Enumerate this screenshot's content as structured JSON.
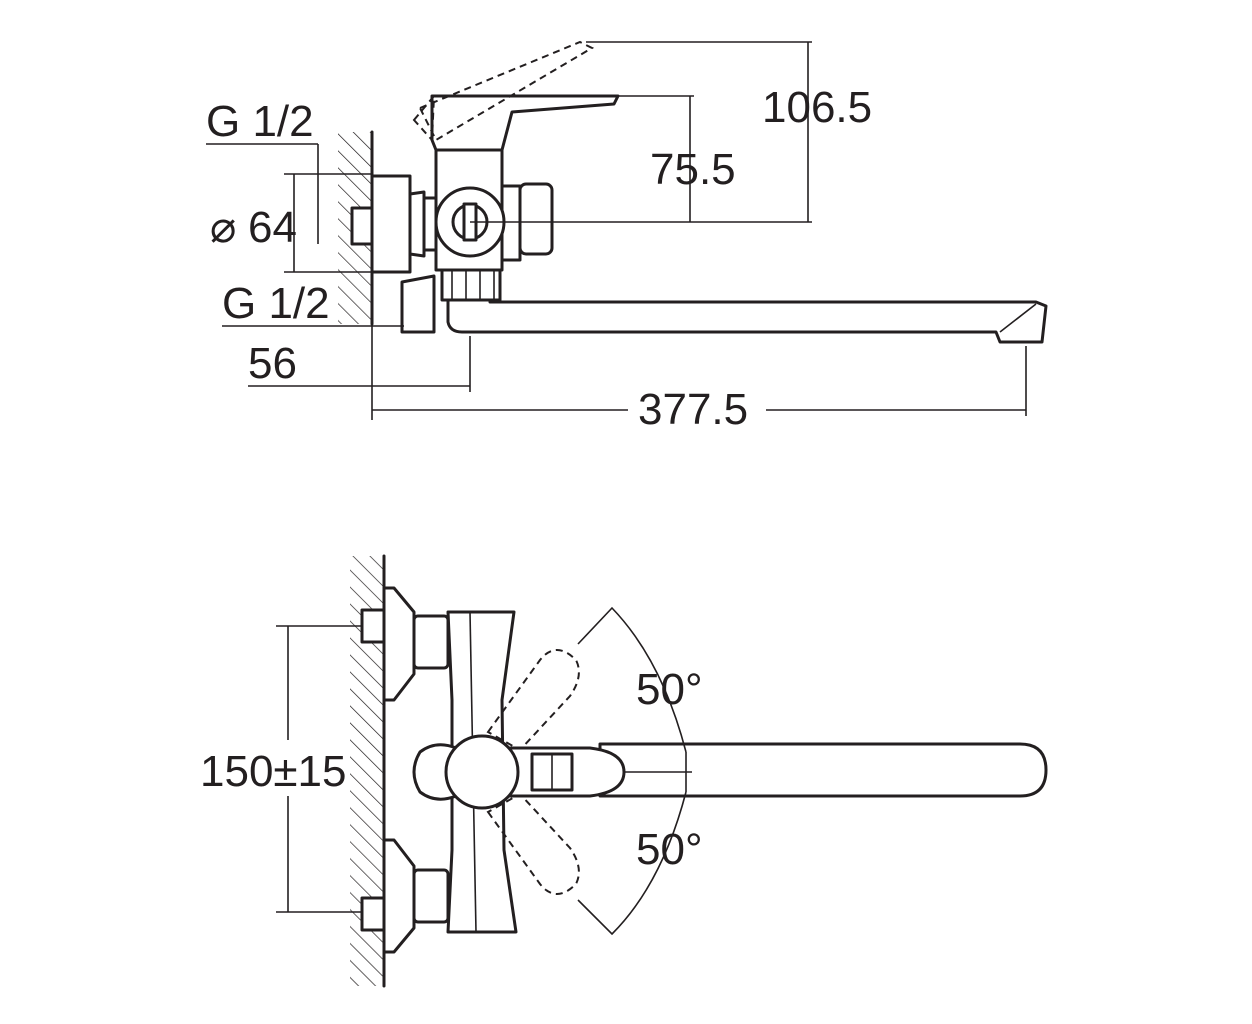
{
  "side_view": {
    "inlet_thread_top": "G 1/2",
    "diameter_symbol": "⌀",
    "flange_diameter": "64",
    "inlet_thread_bottom": "G 1/2",
    "offset_dim": "56",
    "spout_length": "377.5",
    "lever_height": "75.5",
    "lever_raised_height": "106.5"
  },
  "top_view": {
    "centers_dim": "150±15",
    "rotation_up": "50°",
    "rotation_down": "50°"
  },
  "style": {
    "line_color": "#231f20",
    "background": "#ffffff"
  }
}
